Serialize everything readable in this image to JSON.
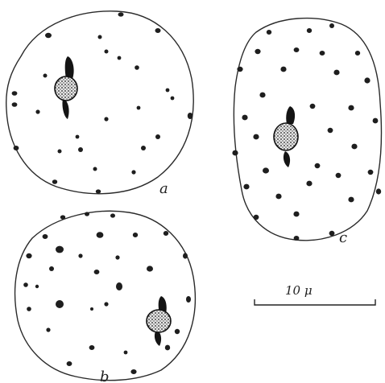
{
  "figure": {
    "panels": [
      {
        "id": "a",
        "label": "a"
      },
      {
        "id": "b",
        "label": "b"
      },
      {
        "id": "c",
        "label": "c"
      }
    ],
    "scale_bar": {
      "label": "10 μ"
    },
    "colors": {
      "ink": "#1e1e1e",
      "paper": "#ffffff"
    }
  }
}
